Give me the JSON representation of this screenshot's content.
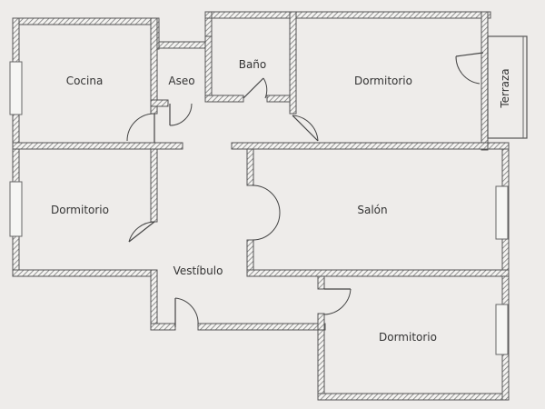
{
  "rooms": {
    "cocina": "Cocina",
    "aseo": "Aseo",
    "bano": "Baño",
    "dormitorio_1": "Dormitorio",
    "terraza": "Terraza",
    "dormitorio_2": "Dormitorio",
    "salon": "Salón",
    "vestibulo": "Vestíbulo",
    "dormitorio_3": "Dormitorio"
  },
  "colors": {
    "background": "#eeecea",
    "wall_outline": "#555555",
    "hatch": "#7a7a7a",
    "text": "#333333"
  }
}
